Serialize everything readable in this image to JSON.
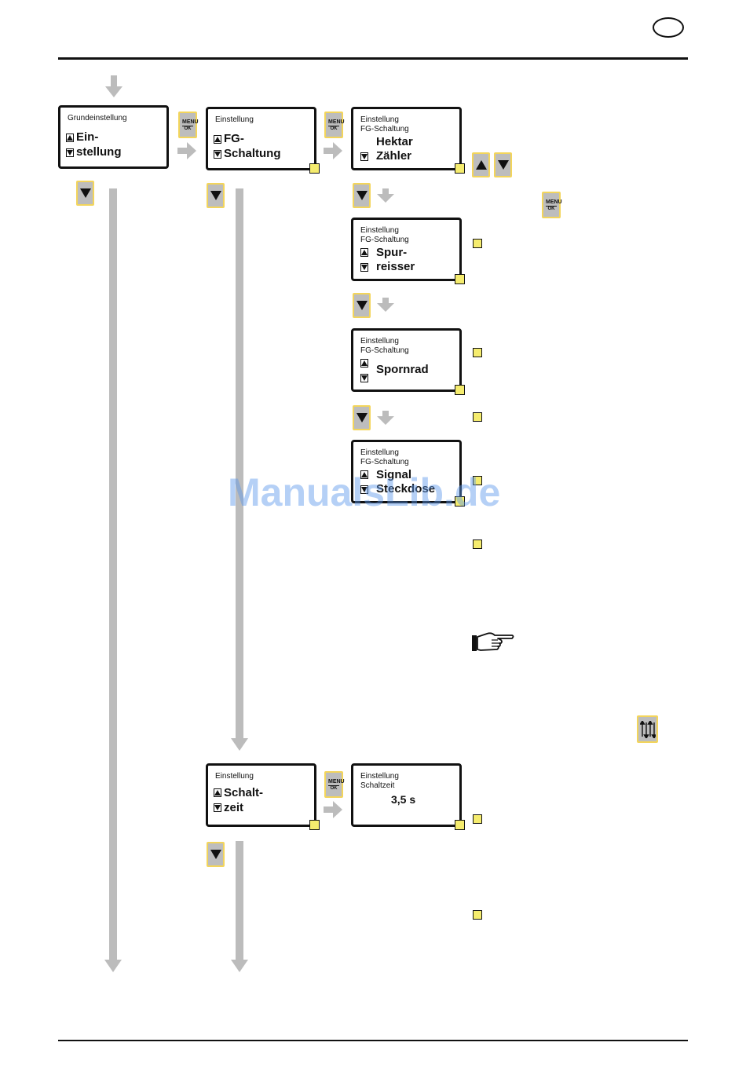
{
  "screens": {
    "s1": {
      "title": "Grundeinstellung",
      "line1": "Ein-",
      "line2": "stellung"
    },
    "s2": {
      "title": "Einstellung",
      "line1": "FG-",
      "line2": "Schaltung"
    },
    "s3": {
      "title1": "Einstellung",
      "title2": "FG-Schaltung",
      "line1": "Hektar",
      "line2": "Zähler"
    },
    "s4": {
      "title1": "Einstellung",
      "title2": "FG-Schaltung",
      "line1": "Spur-",
      "line2": "reisser"
    },
    "s5": {
      "title1": "Einstellung",
      "title2": "FG-Schaltung",
      "line1": "Spornrad"
    },
    "s6": {
      "title1": "Einstellung",
      "title2": "FG-Schaltung",
      "line1": "Signal",
      "line2": "Steckdose"
    },
    "s7": {
      "title": "Einstellung",
      "line1": "Schalt-",
      "line2": "zeit"
    },
    "s8": {
      "title1": "Einstellung",
      "title2": "Schaltzeit",
      "value": "3,5 s"
    }
  },
  "keys": {
    "menu_label": "MENU",
    "ok_label": "OK"
  },
  "watermark": "ManualsLib.de",
  "colors": {
    "key_fill": "#bdbdbd",
    "key_border": "#f3d55b",
    "indicator": "#f5ec6e",
    "flow_line": "#bcbcbc"
  },
  "icons": [
    "down-arrow-icon",
    "right-arrow-icon",
    "up-key-icon",
    "down-key-icon",
    "menu-ok-key-icon",
    "pointing-hand-icon",
    "sensor-key-icon"
  ]
}
